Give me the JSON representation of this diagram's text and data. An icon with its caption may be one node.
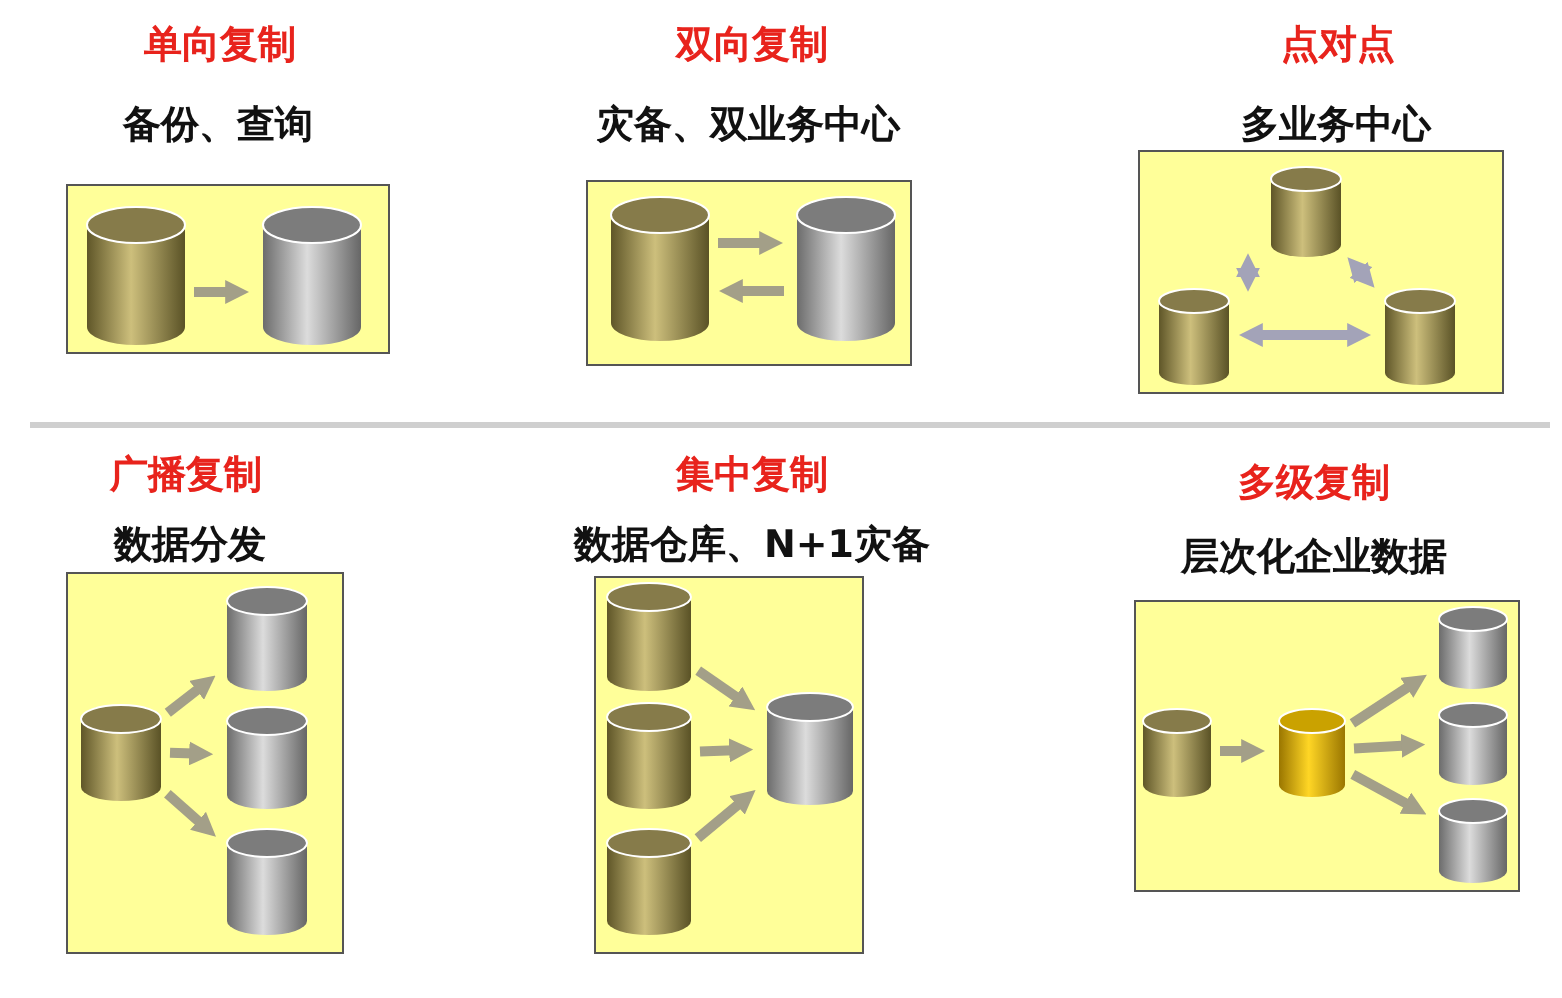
{
  "diagram": {
    "nodes": [
      {
        "text": [
          "单向复制",
          "备份、查询"
        ]
      },
      {
        "text": [],
        "shape": "cylinder",
        "in": 0
      },
      {
        "text": [],
        "shape": "cylinder",
        "in": 0
      },
      {
        "text": [
          "双向复制",
          "灾备、双业务中心"
        ]
      },
      {
        "text": [],
        "shape": "cylinder",
        "in": 3
      },
      {
        "text": [],
        "shape": "cylinder",
        "in": 3
      },
      {
        "text": [
          "点对点",
          "多业务中心"
        ]
      },
      {
        "text": [],
        "shape": "cylinder",
        "in": 6
      },
      {
        "text": [],
        "shape": "cylinder",
        "in": 6
      },
      {
        "text": [],
        "shape": "cylinder",
        "in": 6
      },
      {
        "text": [
          "广播复制",
          "数据分发"
        ]
      },
      {
        "text": [],
        "shape": "cylinder",
        "in": 10
      },
      {
        "text": [],
        "shape": "cylinder",
        "in": 10
      },
      {
        "text": [],
        "shape": "cylinder",
        "in": 10
      },
      {
        "text": [],
        "shape": "cylinder",
        "in": 10
      },
      {
        "text": [
          "集中复制",
          "数据仓库、N+1灾备"
        ]
      },
      {
        "text": [],
        "shape": "cylinder",
        "in": 15
      },
      {
        "text": [],
        "shape": "cylinder",
        "in": 15
      },
      {
        "text": [],
        "shape": "cylinder",
        "in": 15
      },
      {
        "text": [],
        "shape": "cylinder",
        "in": 15
      },
      {
        "text": [
          "多级复制",
          "层次化企业数据"
        ]
      },
      {
        "text": [],
        "shape": "cylinder",
        "in": 20
      },
      {
        "text": [],
        "shape": "cylinder",
        "in": 20
      },
      {
        "text": [],
        "shape": "cylinder",
        "in": 20
      },
      {
        "text": [],
        "shape": "cylinder",
        "in": 20
      },
      {
        "text": [],
        "shape": "cylinder",
        "in": 20
      }
    ],
    "edges": [
      {
        "from": 1,
        "to": 2,
        "arrow": "to"
      },
      {
        "from": 4,
        "to": 5,
        "arrow": "to"
      },
      {
        "from": 5,
        "to": 4,
        "arrow": "to"
      },
      {
        "from": 7,
        "to": 8,
        "arrow": "both",
        "color": "#a3a3b8"
      },
      {
        "from": 7,
        "to": 9,
        "arrow": "both",
        "color": "#a3a3b8"
      },
      {
        "from": 8,
        "to": 9,
        "arrow": "both",
        "color": "#a3a3b8"
      },
      {
        "from": 11,
        "to": 12,
        "arrow": "to"
      },
      {
        "from": 11,
        "to": 13,
        "arrow": "to"
      },
      {
        "from": 11,
        "to": 14,
        "arrow": "to"
      },
      {
        "from": 16,
        "to": 19,
        "arrow": "to"
      },
      {
        "from": 17,
        "to": 19,
        "arrow": "to"
      },
      {
        "from": 18,
        "to": 19,
        "arrow": "to"
      },
      {
        "from": 21,
        "to": 22,
        "arrow": "to"
      },
      {
        "from": 22,
        "to": 23,
        "arrow": "to"
      },
      {
        "from": 22,
        "to": 24,
        "arrow": "to"
      },
      {
        "from": 22,
        "to": 25,
        "arrow": "to"
      }
    ]
  }
}
